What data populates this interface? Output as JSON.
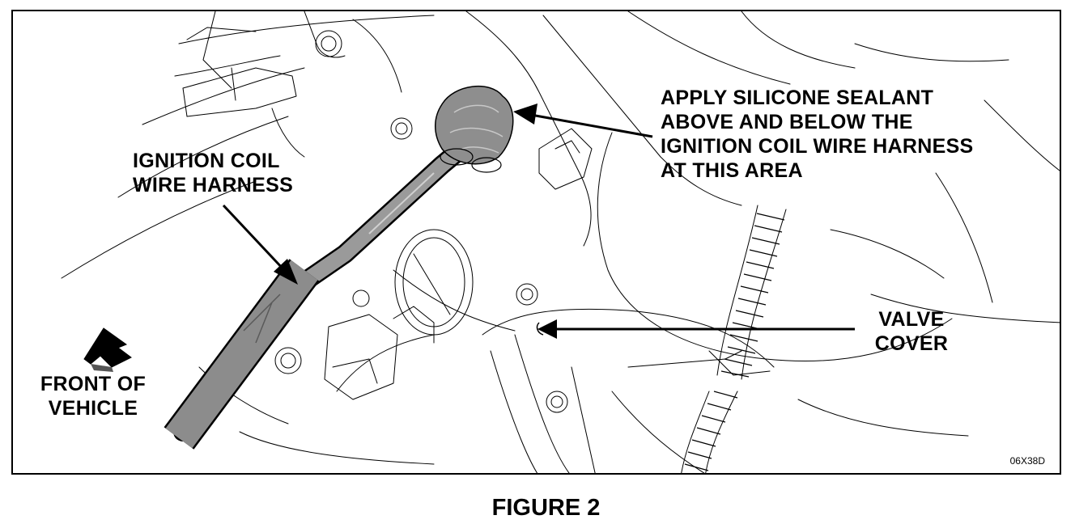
{
  "figure": {
    "callouts": {
      "silicone": [
        "APPLY SILICONE SEALANT",
        "ABOVE AND BELOW THE",
        "IGNITION COIL WIRE HARNESS",
        "AT THIS AREA"
      ],
      "harness": [
        "IGNITION COIL",
        "WIRE HARNESS"
      ],
      "valve_cover": [
        "VALVE",
        "COVER"
      ],
      "front": [
        "FRONT OF",
        "VEHICLE"
      ]
    },
    "drawing_code": "06X38D",
    "icons": {
      "front_arrow": "direction-arrow-icon"
    }
  },
  "caption": "FIGURE 2"
}
